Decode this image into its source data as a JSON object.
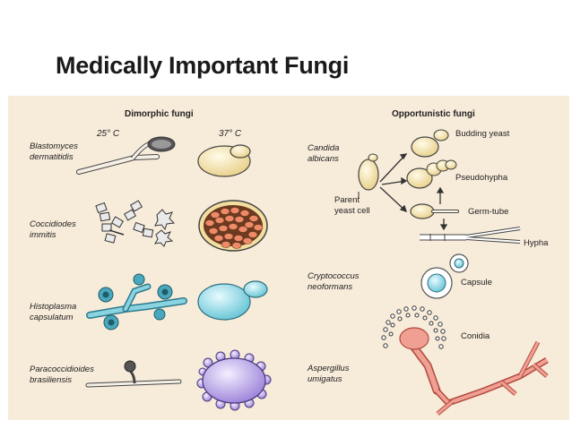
{
  "title": "Medically Important Fungi",
  "headers": {
    "dimorphic": "Dimorphic fungi",
    "opportunistic": "Opportunistic fungi"
  },
  "temps": {
    "low": "25° C",
    "high": "37° C"
  },
  "dimorphic_species": [
    {
      "line1": "Blastomyces",
      "line2": "dermatitidis"
    },
    {
      "line1": "Coccidiodes",
      "line2": "immitis"
    },
    {
      "line1": "Histoplasma",
      "line2": "capsulatum"
    },
    {
      "line1": "Paracoccidioides",
      "line2": "brasiliensis"
    }
  ],
  "opportunistic_species": [
    {
      "line1": "Candida",
      "line2": "albicans"
    },
    {
      "line1": "Cryptococcus",
      "line2": "neoformans"
    },
    {
      "line1": "Aspergillus",
      "line2": "umigatus"
    }
  ],
  "annotations": {
    "budding_yeast": "Budding yeast",
    "pseudohypha": "Pseudohypha",
    "germ_tube": "Germ-tube",
    "hypha": "Hypha",
    "parent_line1": "Parent",
    "parent_line2": "yeast cell",
    "capsule": "Capsule",
    "conidia": "Conidia"
  },
  "colors": {
    "panel": "#f7ebda",
    "yeast": "#f3dea0",
    "blue_cell": "#8ad3e0",
    "purple_cell": "#b8a2e6",
    "hypha_pink": "#f0a093"
  }
}
